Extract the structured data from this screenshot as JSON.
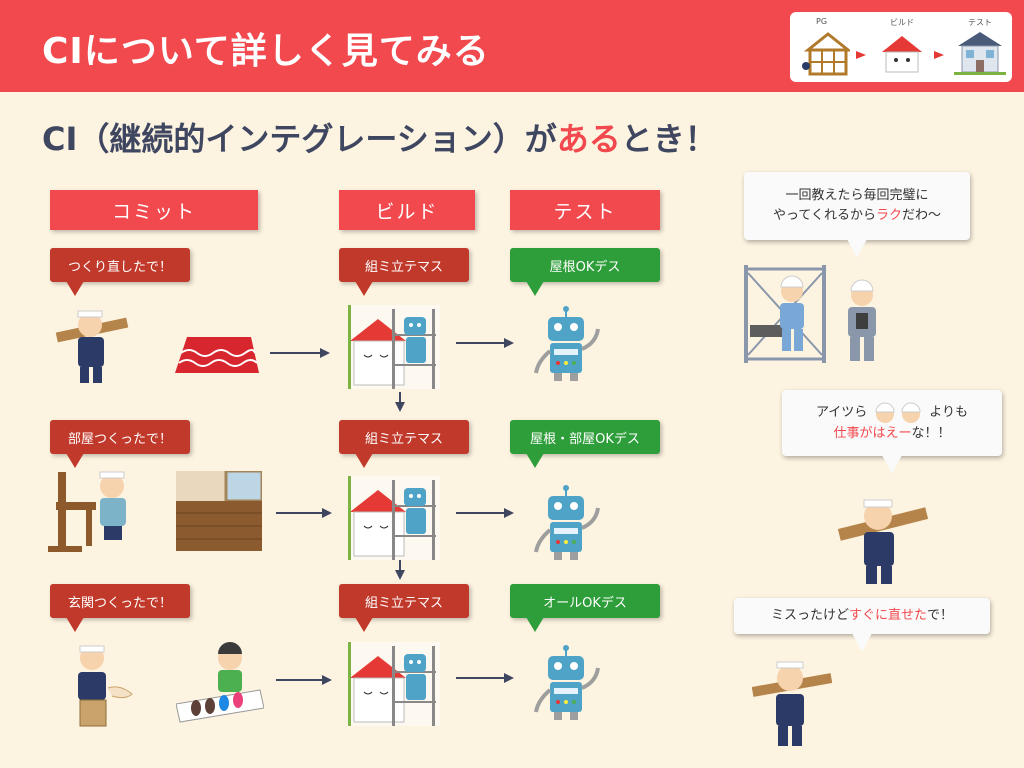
{
  "header": {
    "title": "CIについて詳しく見てみる",
    "process_labels": [
      "PG",
      "ビルド",
      "テスト"
    ]
  },
  "subtitle": {
    "part1": "CI（継続的インテグレーション）が",
    "accent": "ある",
    "part2": "とき！"
  },
  "columns": {
    "commit": "コミット",
    "build": "ビルド",
    "test": "テスト"
  },
  "rows": [
    {
      "commit_bubble": "つくり直したで！",
      "build_bubble": "組ミ立テマス",
      "test_bubble": "屋根OKデス"
    },
    {
      "commit_bubble": "部屋つくったで！",
      "build_bubble": "組ミ立テマス",
      "test_bubble": "屋根・部屋OKデス"
    },
    {
      "commit_bubble": "玄関つくったで！",
      "build_bubble": "組ミ立テマス",
      "test_bubble": "オールOKデス"
    }
  ],
  "side": {
    "bubble1_line1": "一回教えたら毎回完璧に",
    "bubble1_line2_pre": "やってくれるから",
    "bubble1_line2_hl": "ラク",
    "bubble1_line2_post": "だわ〜",
    "bubble2_line1_pre": "アイツら",
    "bubble2_line1_post": "よりも",
    "bubble2_line2_hl": "仕事がはえー",
    "bubble2_line2_post": "な！！",
    "bubble3_pre": "ミスったけど",
    "bubble3_hl": "すぐに直せた",
    "bubble3_post": "で！"
  },
  "colors": {
    "accent_red": "#f2494e",
    "dark_red": "#c0392b",
    "green": "#2e9e3a",
    "background": "#fdf3e1",
    "navy": "#3e4660"
  }
}
